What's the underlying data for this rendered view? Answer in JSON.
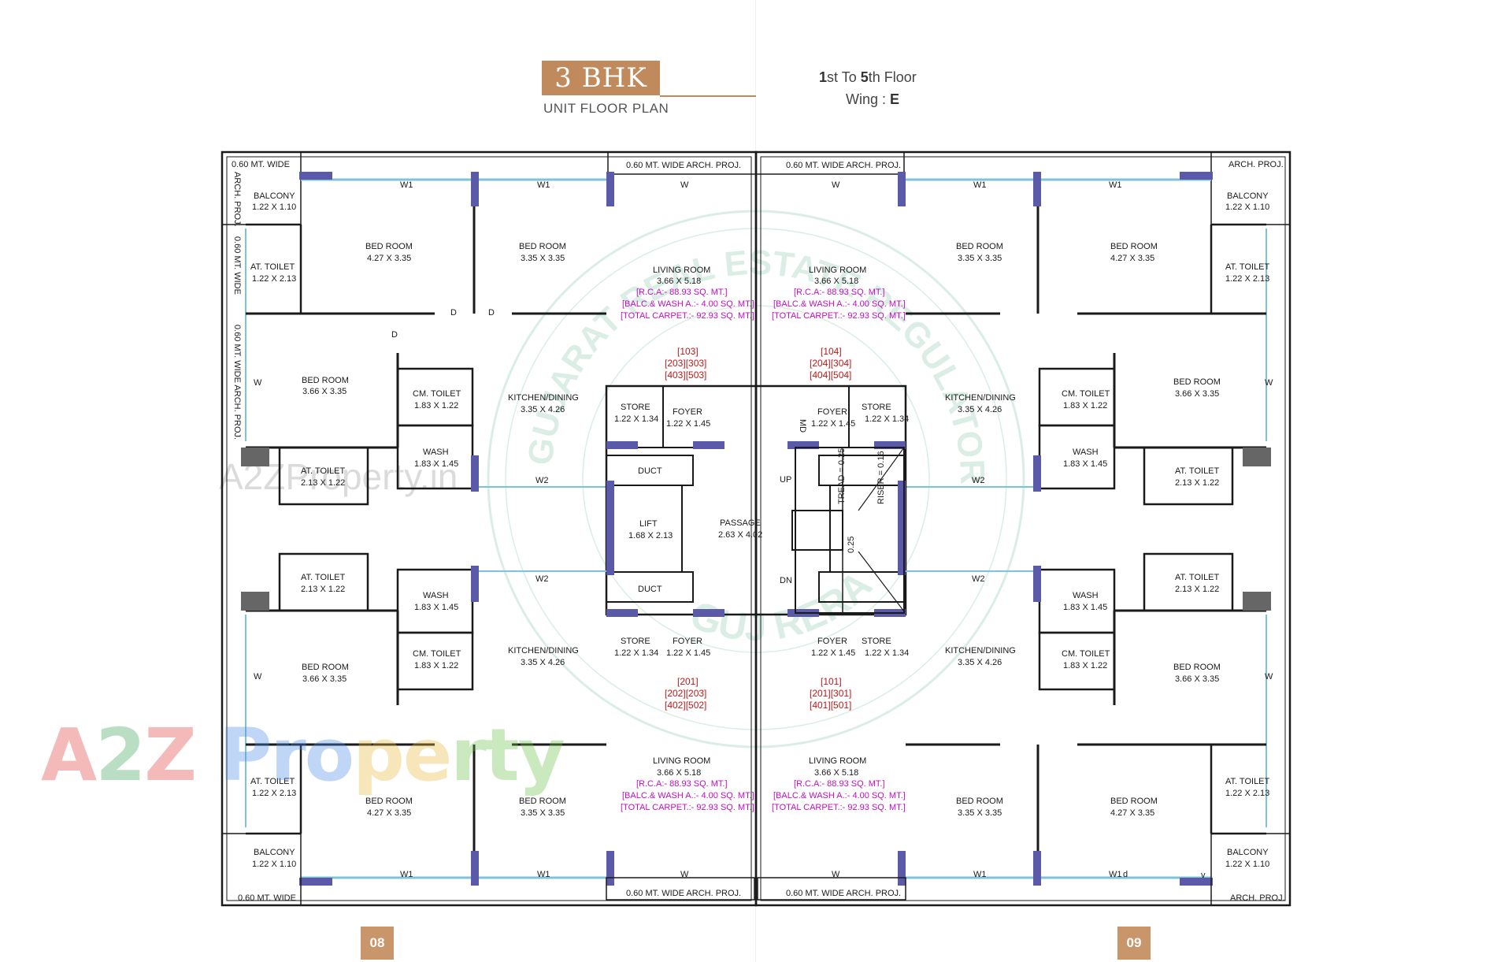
{
  "header": {
    "badge": "3 BHK",
    "subtitle": "UNIT FLOOR PLAN",
    "floor_num1": "1",
    "floor_mid": "st To ",
    "floor_num2": "5",
    "floor_suffix": "th Floor",
    "wing_label": "Wing : ",
    "wing_value": "E"
  },
  "pages": {
    "left": "08",
    "right": "09"
  },
  "watermark": {
    "brand_a": "A",
    "brand_2": "2",
    "brand_z": "Z ",
    "brand_p1": "Pro",
    "brand_p2": "pe",
    "brand_p3": "rty",
    "url": "A2ZProperty.in"
  },
  "colors": {
    "wall": "#1a1a1a",
    "column": "#5a5aa8",
    "window": "#7fc3d9",
    "accent": "#c08a5d",
    "text_magenta": "#c010c0",
    "text_red": "#c01818"
  },
  "plan": {
    "arch_proj_wide": "0.60 MT. WIDE ARCH. PROJ.",
    "arch_proj": "ARCH. PROJ.",
    "mt_wide": "0.60 MT. WIDE",
    "bedroom": "BED ROOM",
    "bed_427": "4.27 X 3.35",
    "bed_335": "3.35 X 3.35",
    "bed_366": "3.66 X 3.35",
    "living": "LIVING ROOM",
    "living_dim": "3.66 X 5.18",
    "rca": "[R.C.A:- 88.93 SQ. MT.]",
    "balc": "[BALC.& WASH A.:- 4.00 SQ. MT.]",
    "carpet": "[TOTAL CARPET.:- 92.93 SQ. MT.]",
    "balcony": "BALCONY",
    "balcony_dim": "1.22 X 1.10",
    "at_toilet": "AT. TOILET",
    "at_toilet_a": "1.22 X 2.13",
    "at_toilet_b": "2.13 X 1.22",
    "cm_toilet": "CM. TOILET",
    "cm_dim": "1.83 X 1.22",
    "wash": "WASH",
    "wash_dim": "1.83 X 1.45",
    "kitchen": "KITCHEN/DINING",
    "kitchen_dim": "3.35 X 4.26",
    "store": "STORE",
    "store_dim": "1.22 X 1.34",
    "foyer": "FOYER",
    "foyer_dim": "1.22 X 1.45",
    "duct": "DUCT",
    "lift": "LIFT",
    "lift_dim": "1.68 X 2.13",
    "passage": "PASSAGE",
    "passage_dim": "2.63 X 4.02",
    "up": "UP",
    "dn": "DN",
    "tread": "TREAD = 0.25",
    "riser": "RISER = 0.16",
    "landing": "0.25",
    "md": "MD",
    "w": "W",
    "w1": "W1",
    "w2": "W2",
    "d": "D",
    "ds": "d",
    "v": "v",
    "u_tl_1": "[103]",
    "u_tl_2": "[203][303]",
    "u_tl_3": "[403][503]",
    "u_tr_1": "[104]",
    "u_tr_2": "[204][304]",
    "u_tr_3": "[404][504]",
    "u_bl_1": "[201]",
    "u_bl_2": "[202][203]",
    "u_bl_3": "[402][502]",
    "u_br_1": "[101]",
    "u_br_2": "[201][301]",
    "u_br_3": "[401][501]",
    "seal_top": "GUJARAT REAL ESTATE REGULATORY AUTHORITY",
    "seal_bottom": "GUJ RERA"
  }
}
